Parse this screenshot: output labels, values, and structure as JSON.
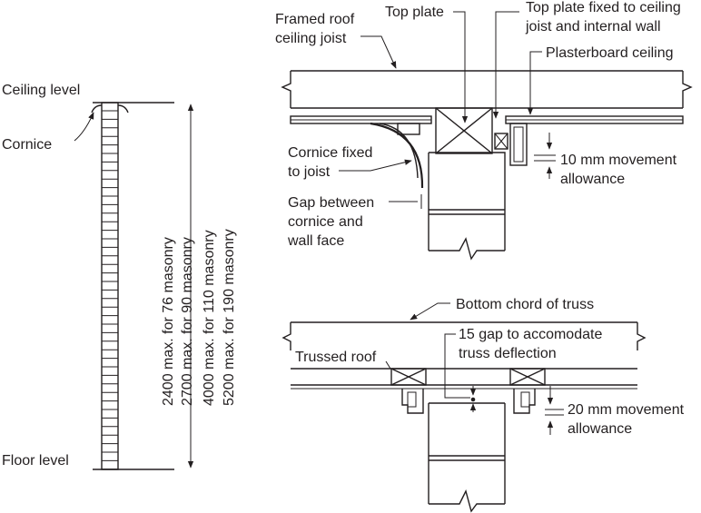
{
  "wall_section": {
    "ceiling_level": "Ceiling level",
    "floor_level": "Floor level",
    "cornice": "Cornice",
    "height_limits": [
      "2400 max. for 76 masonry",
      "2700 max. for 90 masonry",
      "4000 max. for 110 masonry",
      "5200 max. for 190 masonry"
    ]
  },
  "framed_detail": {
    "framed_roof_ceiling_joist": [
      "Framed roof",
      "ceiling joist"
    ],
    "top_plate": "Top plate",
    "top_plate_fixed": [
      "Top plate fixed to ceiling",
      "joist and internal wall"
    ],
    "plasterboard_ceiling": "Plasterboard ceiling",
    "cornice_fixed": [
      "Cornice fixed",
      "to joist"
    ],
    "gap_cornice": [
      "Gap between",
      "cornice and",
      "wall face"
    ],
    "movement_allowance": [
      "10 mm movement",
      "allowance"
    ]
  },
  "trussed_detail": {
    "bottom_chord": "Bottom chord of truss",
    "trussed_roof": "Trussed roof",
    "gap_deflection": [
      "15 gap to accomodate",
      "truss deflection"
    ],
    "movement_allowance": [
      "20 mm movement",
      "allowance"
    ]
  },
  "colors": {
    "ink": "#231f20",
    "background": "#ffffff"
  }
}
